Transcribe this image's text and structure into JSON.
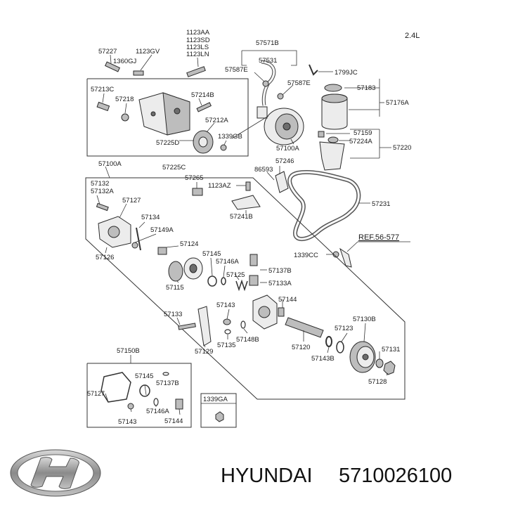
{
  "engine": "2.4L",
  "labels": {
    "p1123AA": "1123AA",
    "p1123SD": "1123SD",
    "p1123LS": "1123LS",
    "p1123LN": "1123LN",
    "p57227": "57227",
    "p1123GV": "1123GV",
    "p1360GJ": "1360GJ",
    "p57213C": "57213C",
    "p57218": "57218",
    "p57214B": "57214B",
    "p57212A": "57212A",
    "p1339GB": "1339GB",
    "p57225D": "57225D",
    "p57225C": "57225C",
    "p57571B": "57571B",
    "p57531": "57531",
    "p57587E_a": "57587E",
    "p57587E_b": "57587E",
    "p1799JC": "1799JC",
    "p57183": "57183",
    "p57176A": "57176A",
    "p57159": "57159",
    "p57224A": "57224A",
    "p57220": "57220",
    "p57100A_top": "57100A",
    "p86593": "86593",
    "p57246": "57246",
    "p57265": "57265",
    "p1123AZ": "1123AZ",
    "p57241B": "57241B",
    "p57231": "57231",
    "pREF": "REF.56-577",
    "p1339CC": "1339CC",
    "p57100A_box": "57100A",
    "p57132": "57132",
    "p57132A": "57132A",
    "p57127": "57127",
    "p57134": "57134",
    "p57149A": "57149A",
    "p57126": "57126",
    "p57124": "57124",
    "p57145": "57145",
    "p57146A": "57146A",
    "p57125": "57125",
    "p57137B": "57137B",
    "p57133A": "57133A",
    "p57115": "57115",
    "p57133": "57133",
    "p57143": "57143",
    "p57144": "57144",
    "p57129": "57129",
    "p57135": "57135",
    "p57148B": "57148B",
    "p57120": "57120",
    "p57123": "57123",
    "p57130B": "57130B",
    "p57143B": "57143B",
    "p57131": "57131",
    "p57128": "57128",
    "k57150B": "57150B",
    "k57145": "57145",
    "k57137B": "57137B",
    "k57127": "57127",
    "k57143": "57143",
    "k57146A": "57146A",
    "k57144": "57144",
    "p1339GA": "1339GA"
  },
  "footer": {
    "brand": "HYUNDAI",
    "part_number": "5710026100"
  }
}
